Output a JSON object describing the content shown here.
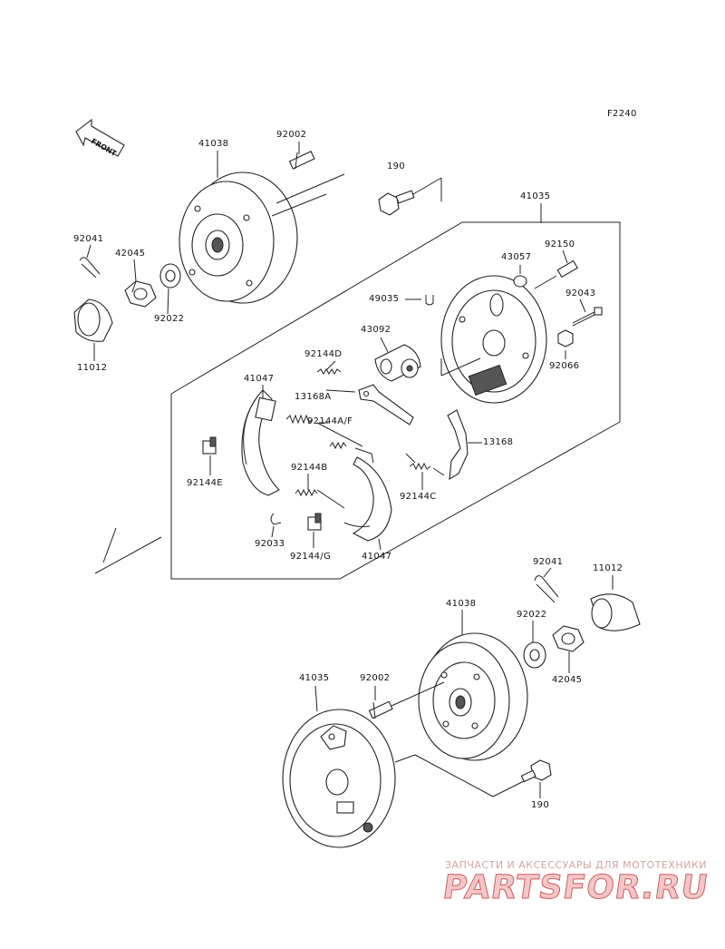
{
  "diagram": {
    "figure_code": "F2240",
    "front_arrow_text": "FRONT"
  },
  "labels": {
    "l41038_top": "41038",
    "l92002_top": "92002",
    "l190_top": "190",
    "l41035_top": "41035",
    "l92150": "92150",
    "l43057": "43057",
    "l92043": "92043",
    "l49035": "49035",
    "l92066": "92066",
    "l43092": "43092",
    "l92041_left": "92041",
    "l42045_left": "42045",
    "l92022_left": "92022",
    "l11012_left": "11012",
    "l92144D": "92144D",
    "l13168A": "13168A",
    "l41047_top": "41047",
    "l92144AF": "92144A/F",
    "l13168": "13168",
    "l92144B": "92144B",
    "l92144E": "92144E",
    "l92144C": "92144C",
    "l92033": "92033",
    "l92144G": "92144/G",
    "l41047_bottom": "41047",
    "l92041_right": "92041",
    "l11012_right": "11012",
    "l41038_bottom": "41038",
    "l92022_right": "92022",
    "l42045_right": "42045",
    "l41035_bottom": "41035",
    "l92002_bottom": "92002",
    "l190_bottom": "190"
  },
  "watermark": {
    "line1": "ЗАПЧАСТИ И АКСЕССУАРЫ ДЛЯ МОТОТЕХНИКИ",
    "line2": "PARTSFOR.RU"
  }
}
